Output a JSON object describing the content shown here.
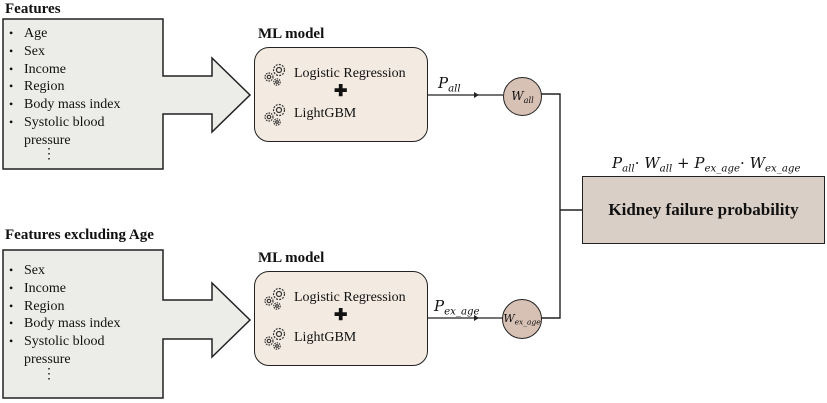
{
  "top_branch": {
    "features_title": "Features",
    "features": [
      "Age",
      "Sex",
      "Income",
      "Region",
      "Body mass index",
      "Systolic blood",
      "pressure"
    ],
    "more_indicator": "⋮",
    "model_title": "ML model",
    "algorithms": [
      "Logistic Regression",
      "LightGBM"
    ],
    "combine_symbol": "✚",
    "output_label": {
      "base": "P",
      "sub": "all"
    },
    "weight_label": {
      "base": "W",
      "sub": "all"
    }
  },
  "bottom_branch": {
    "features_title": "Features excluding Age",
    "features": [
      "Sex",
      "Income",
      "Region",
      "Body mass index",
      "Systolic blood",
      "pressure"
    ],
    "more_indicator": "⋮",
    "model_title": "ML model",
    "algorithms": [
      "Logistic Regression",
      "LightGBM"
    ],
    "combine_symbol": "✚",
    "output_label": {
      "base": "P",
      "sub": "ex_age"
    },
    "weight_label": {
      "base": "W",
      "sub": "ex_age"
    }
  },
  "result": {
    "formula": {
      "t1_base": "P",
      "t1_sub": "all",
      "dot1": "·",
      "t2_base": "W",
      "t2_sub": "all",
      "plus": "+",
      "t3_base": "P",
      "t3_sub": "ex_age",
      "dot2": "·",
      "t4_base": "W",
      "t4_sub": "ex_age"
    },
    "label": "Kidney failure probability"
  },
  "colors": {
    "feature_box_fill": "#ecece8",
    "model_box_fill": "#f3ebe1",
    "weight_node_fill": "#d7c0b4",
    "result_box_fill": "#d9cfc6",
    "line": "#222222"
  }
}
